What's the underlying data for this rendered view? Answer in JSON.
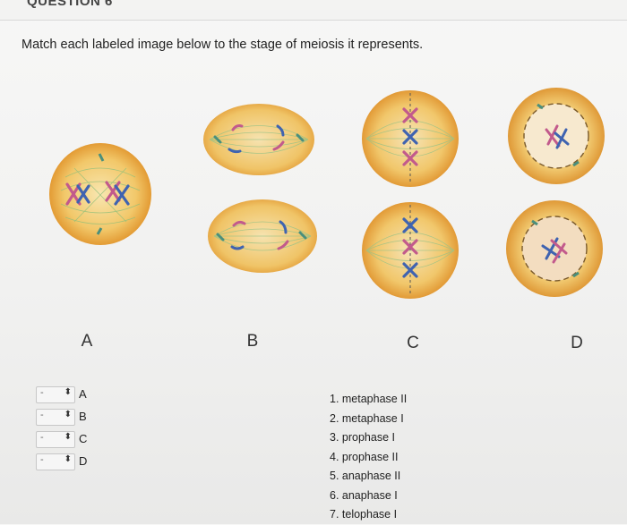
{
  "question": {
    "header": "QUESTION 6",
    "prompt": "Match each labeled image below to the stage of meiosis it represents."
  },
  "images": [
    {
      "label": "A",
      "icon": "cell-diagram-A-icon"
    },
    {
      "label": "B",
      "icon": "cell-diagram-B-icon"
    },
    {
      "label": "C",
      "icon": "cell-diagram-C-icon"
    },
    {
      "label": "D",
      "icon": "cell-diagram-D-icon"
    }
  ],
  "selects": [
    {
      "value": "-",
      "item": "A"
    },
    {
      "value": "-",
      "item": "B"
    },
    {
      "value": "-",
      "item": "C"
    },
    {
      "value": "-",
      "item": "D"
    }
  ],
  "options": [
    "1. metaphase II",
    "2. metaphase I",
    "3. prophase I",
    "4. prophase II",
    "5. anaphase II",
    "6. anaphase I",
    "7. telophase I"
  ],
  "colors": {
    "cell_fill": "#f2c86a",
    "cell_edge": "#e8a43c",
    "spindle": "#8fbf7a",
    "chrom_green": "#4a8f7c",
    "chrom_blue": "#3f63b0",
    "chrom_pink": "#c25a8c"
  }
}
